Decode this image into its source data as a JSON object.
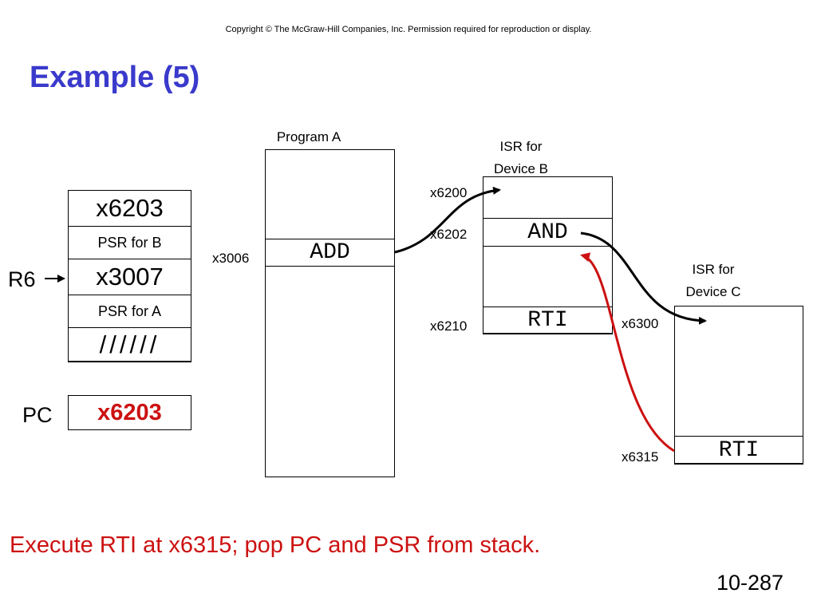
{
  "copyright": "Copyright © The McGraw-Hill Companies, Inc.  Permission required for reproduction or display.",
  "title": "Example (5)",
  "stack": {
    "label": "R6",
    "cells": [
      "x6203",
      "PSR for B",
      "x3007",
      "PSR for A",
      "//////"
    ]
  },
  "pc": {
    "label": "PC",
    "value": "x6203"
  },
  "program_a": {
    "label": "Program A",
    "instr": "ADD",
    "addr": "x3006"
  },
  "isr_b": {
    "label": "ISR for Device B",
    "addr_top": "x6200",
    "addr_and": "x6202",
    "addr_rti": "x6210",
    "instr_and": "AND",
    "instr_rti": "RTI"
  },
  "isr_c": {
    "label": "ISR for Device C",
    "addr_top": "x6300",
    "addr_rti": "x6315",
    "instr_rti": "RTI"
  },
  "caption": "Execute RTI at x6315; pop PC and PSR from stack.",
  "slide_number": "10-287",
  "colors": {
    "title": "#3a3acc",
    "highlight": "#cc1111",
    "line": "#000000"
  }
}
